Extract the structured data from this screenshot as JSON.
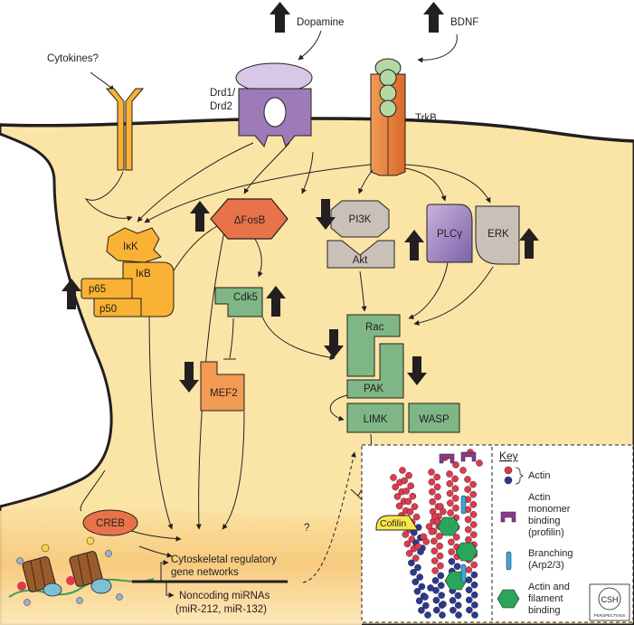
{
  "inputs": {
    "dopamine": "Dopamine",
    "bdnf": "BDNF",
    "cytokines": "Cytokines?"
  },
  "receptors": {
    "drd_line1": "Drd1/",
    "drd_line2": "Drd2",
    "trkb": "TrkB"
  },
  "nodes": {
    "ikk": "IκK",
    "ikb": "IκB",
    "p65": "p65",
    "p50": "p50",
    "fosb": "ΔFosB",
    "cdk5": "Cdk5",
    "mef2": "MEF2",
    "pi3k": "PI3K",
    "akt": "Akt",
    "plcg": "PLCγ",
    "erk": "ERK",
    "rac": "Rac",
    "pak": "PAK",
    "limk": "LIMK",
    "wasp": "WASP",
    "creb": "CREB",
    "cofilin": "Cofilin"
  },
  "nucleus": {
    "gene_line1": "Cytoskeletal regulatory",
    "gene_line2": "gene networks",
    "mirna_line1": "Noncoding miRNAs",
    "mirna_line2": "(miR-212, miR-132)",
    "question": "?"
  },
  "key": {
    "title": "Key",
    "actin": "Actin",
    "monomer_line1": "Actin",
    "monomer_line2": "monomer",
    "monomer_line3": "binding",
    "monomer_line4": "(profilin)",
    "branch_line1": "Branching",
    "branch_line2": "(Arp2/3)",
    "filament_line1": "Actin and",
    "filament_line2": "filament",
    "filament_line3": "binding"
  },
  "logo": {
    "top": "CSH",
    "bottom": "PERSPECTIVES"
  },
  "colors": {
    "spine": "#fbe5a6",
    "nfkb": "#f9b233",
    "fosb": "#e8734a",
    "green": "#7fb685",
    "gray": "#c9c0b8",
    "purple": "#9c7bb8",
    "trkb": "#e8823a",
    "actin_red": "#e03a4e",
    "actin_blue": "#2b3990"
  }
}
